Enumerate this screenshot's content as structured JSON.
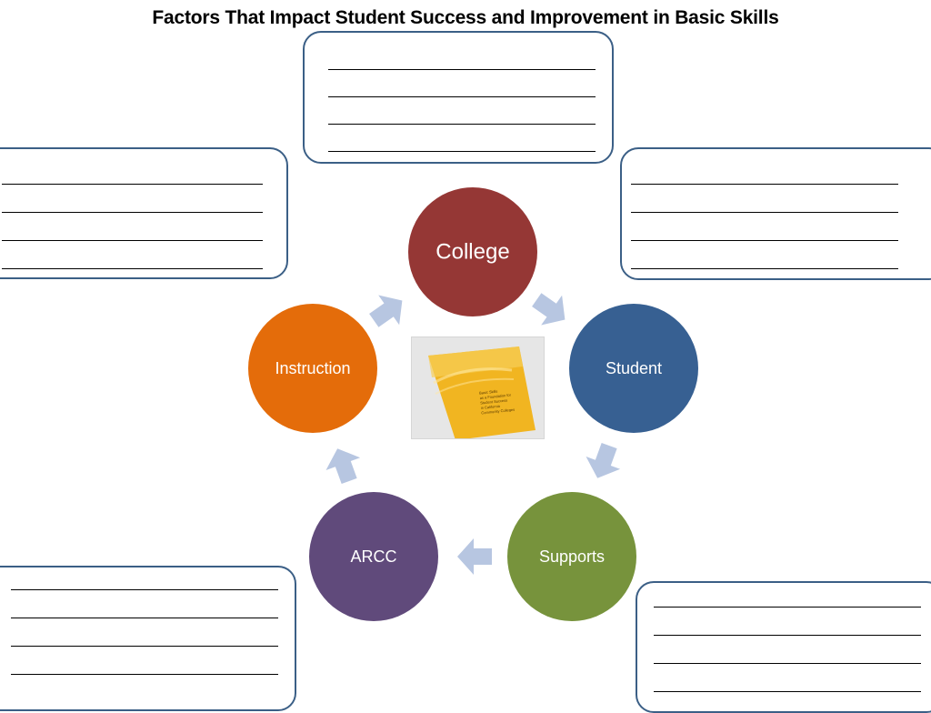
{
  "title": "Factors That Impact Student Success and Improvement in Basic Skills",
  "cycle": {
    "nodes": [
      {
        "label": "College",
        "color": "#953735"
      },
      {
        "label": "Student",
        "color": "#376092"
      },
      {
        "label": "Supports",
        "color": "#77933c"
      },
      {
        "label": "ARCC",
        "color": "#604a7b"
      },
      {
        "label": "Instruction",
        "color": "#e46c0a"
      }
    ],
    "arrow_color": "#b7c6e1"
  },
  "center_image": {
    "cover_lines": [
      "Basic Skills",
      "as a Foundation for",
      "Student Success",
      "in California",
      "Community Colleges"
    ]
  },
  "note_boxes": {
    "count": 5,
    "blank_lines_each": 4,
    "border_color": "#3b5f86"
  }
}
